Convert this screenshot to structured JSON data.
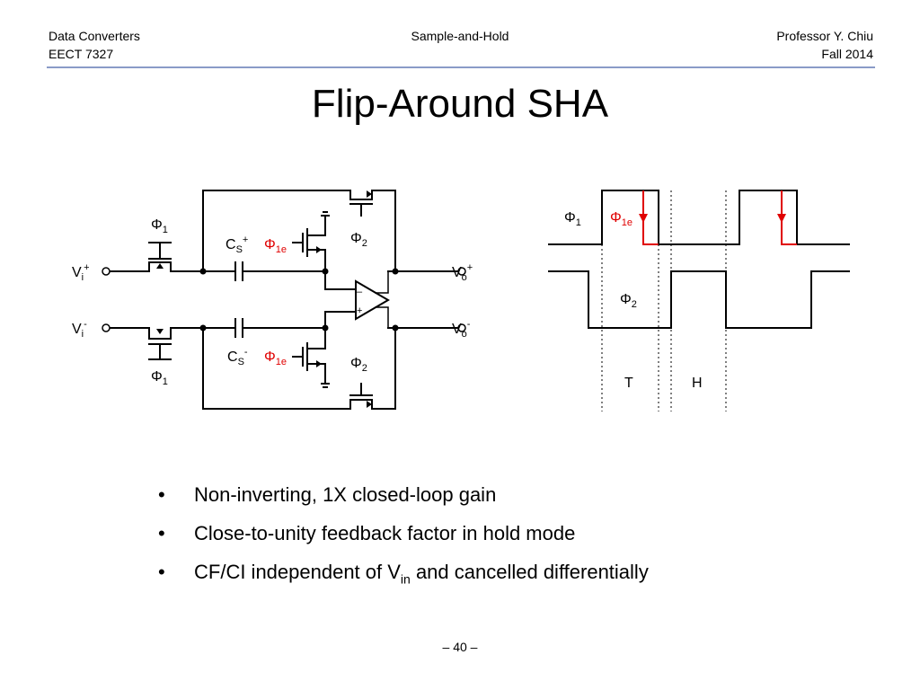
{
  "header": {
    "course": "Data Converters",
    "course_code": "EECT 7327",
    "topic": "Sample-and-Hold",
    "instructor": "Professor Y. Chiu",
    "term": "Fall 2014"
  },
  "slide": {
    "title": "Flip-Around SHA",
    "bullets": [
      {
        "pre": "Non-inverting, 1X closed-loop gain",
        "sub": "",
        "post": ""
      },
      {
        "pre": "Close-to-unity feedback factor in hold mode",
        "sub": "",
        "post": ""
      },
      {
        "pre": "CF/CI independent of V",
        "sub": "in",
        "post": " and cancelled differentially"
      }
    ],
    "bullet_char": "•",
    "page_number": "– 40 –"
  },
  "circuit": {
    "phi_symbol": "Φ",
    "phi1_sub": "1",
    "phi2_sub": "2",
    "phi1e_sub": "1e",
    "cap_letter": "C",
    "cap_sub": "S",
    "plus": "+",
    "minus": "-",
    "vin_letter": "V",
    "vin_sub": "i",
    "vout_letter": "V",
    "vout_sub": "o",
    "opamp_minus": "–",
    "opamp_plus": "+"
  },
  "timing": {
    "track_label": "T",
    "hold_label": "H"
  },
  "colors": {
    "accent_red": "#e00000",
    "header_rule": "#8a9bc8"
  }
}
